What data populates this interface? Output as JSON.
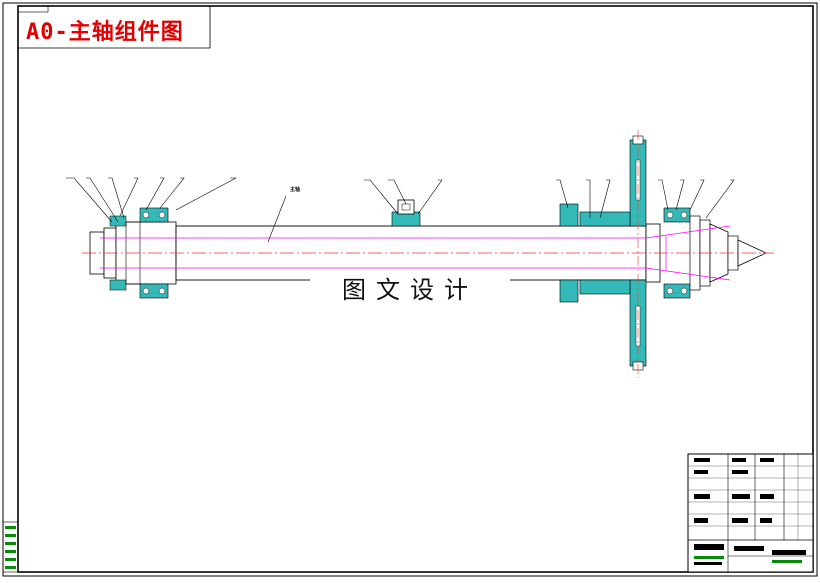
{
  "drawing": {
    "title": "A0-主轴组件图",
    "watermark": "图文设计",
    "part_label": "主轴"
  },
  "colors": {
    "title": "#e00000",
    "frame": "#000000",
    "centerline": "#ff3030",
    "axis_hidden": "#ff00ff",
    "section_fill": "#34b9b9",
    "part_outline": "#000000"
  },
  "title_block": {
    "visible": true
  },
  "revision_block": {
    "visible": true
  }
}
